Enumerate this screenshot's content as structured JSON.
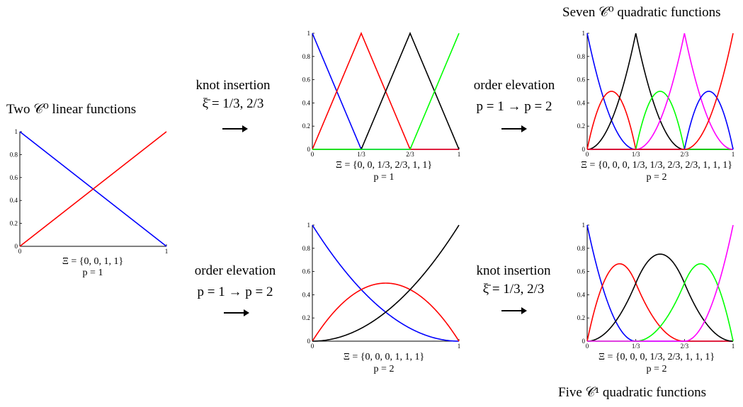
{
  "labels": {
    "left_title": "Two 𝒞⁰ linear functions",
    "top_right_title": "Seven 𝒞⁰ quadratic functions",
    "bottom_right_title": "Five 𝒞¹ quadratic functions",
    "knot_insertion": "knot insertion",
    "knot_values": "ξ̄ = 1/3, 2/3",
    "order_elevation": "order elevation",
    "order_values": "p = 1 → p = 2"
  },
  "chart_data": [
    {
      "id": "initial",
      "type": "line",
      "xlim": [
        0,
        1
      ],
      "ylim": [
        0,
        1
      ],
      "x_ticks": [
        "0",
        "1"
      ],
      "y_ticks": [
        "0",
        "0.2",
        "0.4",
        "0.6",
        "0.8",
        "1"
      ],
      "knot_vector": "Ξ = {0, 0, 1, 1}",
      "degree": "p = 1",
      "knots": [
        0,
        0,
        1,
        1
      ],
      "p": 1,
      "colors": [
        "#0000ff",
        "#ff0000"
      ]
    },
    {
      "id": "knot_inserted",
      "type": "line",
      "xlim": [
        0,
        1
      ],
      "ylim": [
        0,
        1
      ],
      "x_ticks": [
        "0",
        "1/3",
        "2/3",
        "1"
      ],
      "y_ticks": [
        "0",
        "0.2",
        "0.4",
        "0.6",
        "0.8",
        "1"
      ],
      "knot_vector": "Ξ = {0, 0, 1/3, 2/3, 1, 1}",
      "degree": "p = 1",
      "knots": [
        0,
        0,
        0.3333333,
        0.6666667,
        1,
        1
      ],
      "p": 1,
      "colors": [
        "#0000ff",
        "#ff0000",
        "#000000",
        "#00ff00"
      ]
    },
    {
      "id": "knot_then_order",
      "type": "line",
      "xlim": [
        0,
        1
      ],
      "ylim": [
        0,
        1
      ],
      "x_ticks": [
        "0",
        "1/3",
        "2/3",
        "1"
      ],
      "y_ticks": [
        "0",
        "0.2",
        "0.4",
        "0.6",
        "0.8",
        "1"
      ],
      "knot_vector": "Ξ = {0, 0, 0, 1/3, 1/3, 2/3, 2/3, 1, 1, 1}",
      "degree": "p = 2",
      "knots": [
        0,
        0,
        0,
        0.3333333,
        0.3333333,
        0.6666667,
        0.6666667,
        1,
        1,
        1
      ],
      "p": 2,
      "colors": [
        "#0000ff",
        "#ff0000",
        "#000000",
        "#00ff00",
        "#ff00ff",
        "#0000ff",
        "#ff0000"
      ]
    },
    {
      "id": "order_elevated",
      "type": "line",
      "xlim": [
        0,
        1
      ],
      "ylim": [
        0,
        1
      ],
      "x_ticks": [
        "0",
        "1"
      ],
      "y_ticks": [
        "0",
        "0.2",
        "0.4",
        "0.6",
        "0.8",
        "1"
      ],
      "knot_vector": "Ξ = {0, 0, 0, 1, 1, 1}",
      "degree": "p = 2",
      "knots": [
        0,
        0,
        0,
        1,
        1,
        1
      ],
      "p": 2,
      "colors": [
        "#0000ff",
        "#ff0000",
        "#000000"
      ]
    },
    {
      "id": "order_then_knot",
      "type": "line",
      "xlim": [
        0,
        1
      ],
      "ylim": [
        0,
        1
      ],
      "x_ticks": [
        "0",
        "1/3",
        "2/3",
        "1"
      ],
      "y_ticks": [
        "0",
        "0.2",
        "0.4",
        "0.6",
        "0.8",
        "1"
      ],
      "knot_vector": "Ξ = {0, 0, 0, 1/3, 2/3, 1, 1, 1}",
      "degree": "p = 2",
      "knots": [
        0,
        0,
        0,
        0.3333333,
        0.6666667,
        1,
        1,
        1
      ],
      "p": 2,
      "colors": [
        "#0000ff",
        "#ff0000",
        "#000000",
        "#00ff00",
        "#ff00ff"
      ]
    }
  ]
}
